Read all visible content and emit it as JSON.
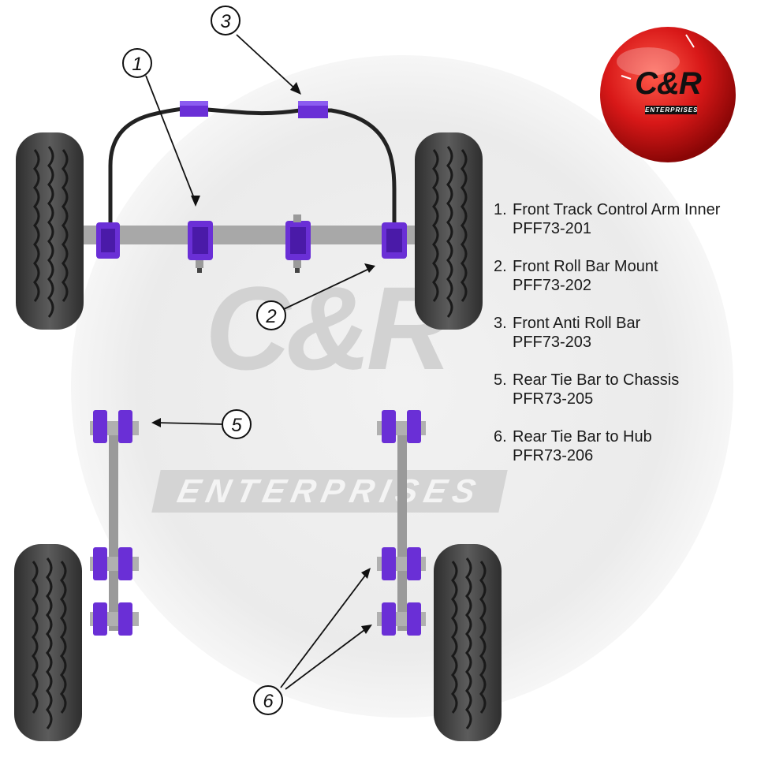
{
  "logo": {
    "text": "C&R",
    "subtext": "ENTERPRISES"
  },
  "watermark": {
    "text": "C&R",
    "subtext": "ENTERPRISES"
  },
  "callouts": [
    "1",
    "2",
    "3",
    "5",
    "6"
  ],
  "legend": [
    {
      "num": "1.",
      "title": "Front Track Control Arm Inner",
      "code": "PFF73-201"
    },
    {
      "num": "2.",
      "title": "Front Roll Bar Mount",
      "code": "PFF73-202"
    },
    {
      "num": "3.",
      "title": "Front Anti Roll Bar",
      "code": "PFF73-203"
    },
    {
      "num": "5.",
      "title": "Rear Tie Bar to Chassis",
      "code": "PFR73-205"
    },
    {
      "num": "6.",
      "title": "Rear Tie Bar to Hub",
      "code": "PFR73-206"
    }
  ],
  "colors": {
    "bush": "#6a2fd6",
    "bush_dark": "#4a1aa8",
    "bar": "#a8a8a8",
    "rollbar": "#222222",
    "tyre": "#4a4a4a",
    "logo_red": "#d81818"
  }
}
